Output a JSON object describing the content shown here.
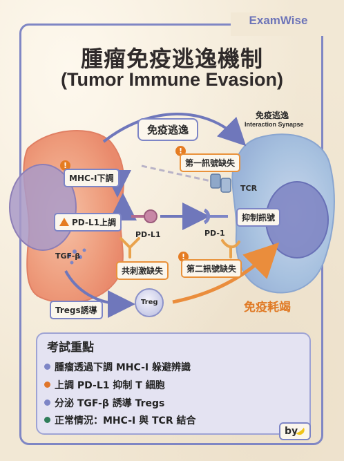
{
  "brand": "ExamWise",
  "title": {
    "zh": "腫瘤免疫逃逸機制",
    "en": "(Tumor Immune Evasion)"
  },
  "diagram": {
    "top_arrow_label": "免疫逃逸",
    "synapse_title": "免疫逃逸",
    "synapse_subtitle": "Interaction Synapse",
    "mhc_down": "MHC-I下調",
    "signal1_missing": "第一訊號缺失",
    "tcr": "TCR",
    "pdl1_up": "PD-L1上調",
    "pdl1": "PD-L1",
    "pd1": "PD-1",
    "inhibit_signal": "抑制訊號",
    "tgfb": "TGF-β",
    "costim_missing": "共刺激缺失",
    "signal2_missing": "第二訊號缺失",
    "tregs_induce": "Tregs誘導",
    "treg": "Treg",
    "exhaustion": "免疫耗竭"
  },
  "key_points": {
    "title": "考試重點",
    "items": [
      {
        "text": "腫瘤透過下調 MHC-I 躲避辨識",
        "color": "#7d85c6"
      },
      {
        "text": "上調 PD-L1 抑制 T 細胞",
        "color": "#e0762a"
      },
      {
        "text": "分泌 TGF-β 誘導 Tregs",
        "color": "#7d85c6"
      },
      {
        "text": "正常情況：MHC-I 與 TCR 結合",
        "color": "#2f7d5a"
      }
    ]
  },
  "byline": "by",
  "colors": {
    "accent_blue": "#7d85c6",
    "accent_orange": "#e9913a",
    "tumor": "#ef9f80",
    "tcell": "#a9c4e0"
  }
}
